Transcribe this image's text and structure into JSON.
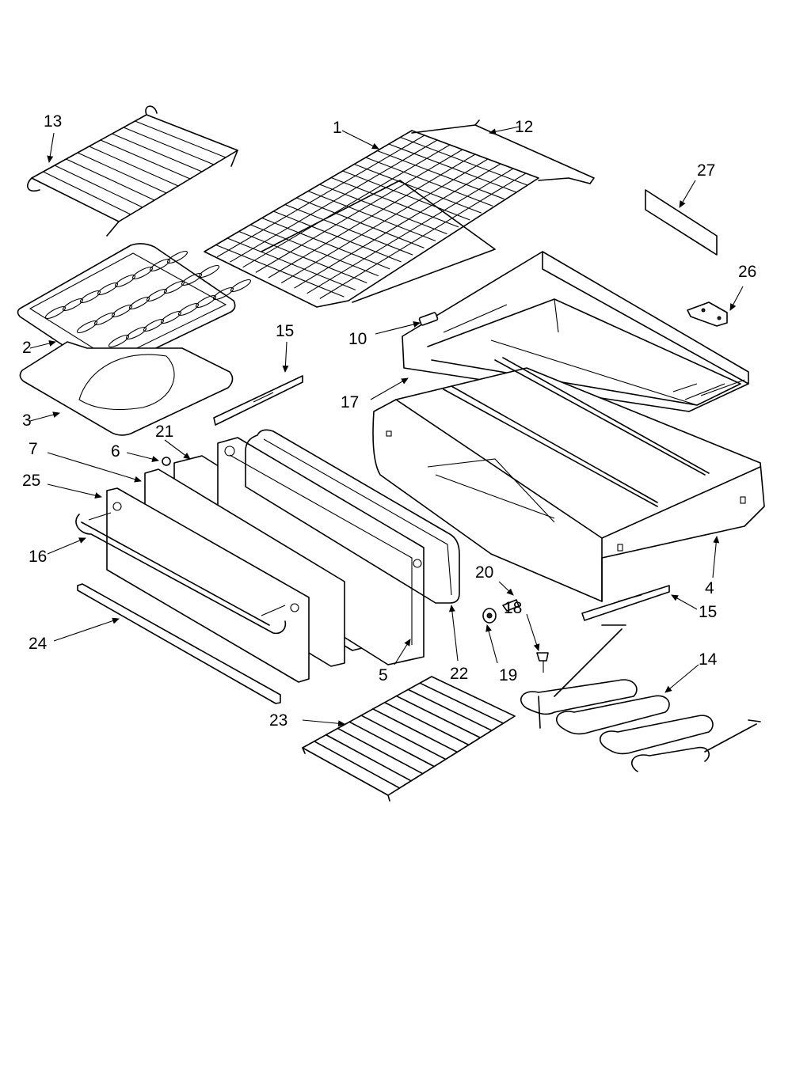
{
  "diagram": {
    "callouts": {
      "c1": "1",
      "c2": "2",
      "c3": "3",
      "c4": "4",
      "c5": "5",
      "c6": "6",
      "c7": "7",
      "c10": "10",
      "c12": "12",
      "c13": "13",
      "c14": "14",
      "c15a": "15",
      "c15b": "15",
      "c16": "16",
      "c17": "17",
      "c18": "18",
      "c19": "19",
      "c20": "20",
      "c21": "21",
      "c22": "22",
      "c23": "23",
      "c24": "24",
      "c25": "25",
      "c26": "26",
      "c27": "27"
    }
  }
}
